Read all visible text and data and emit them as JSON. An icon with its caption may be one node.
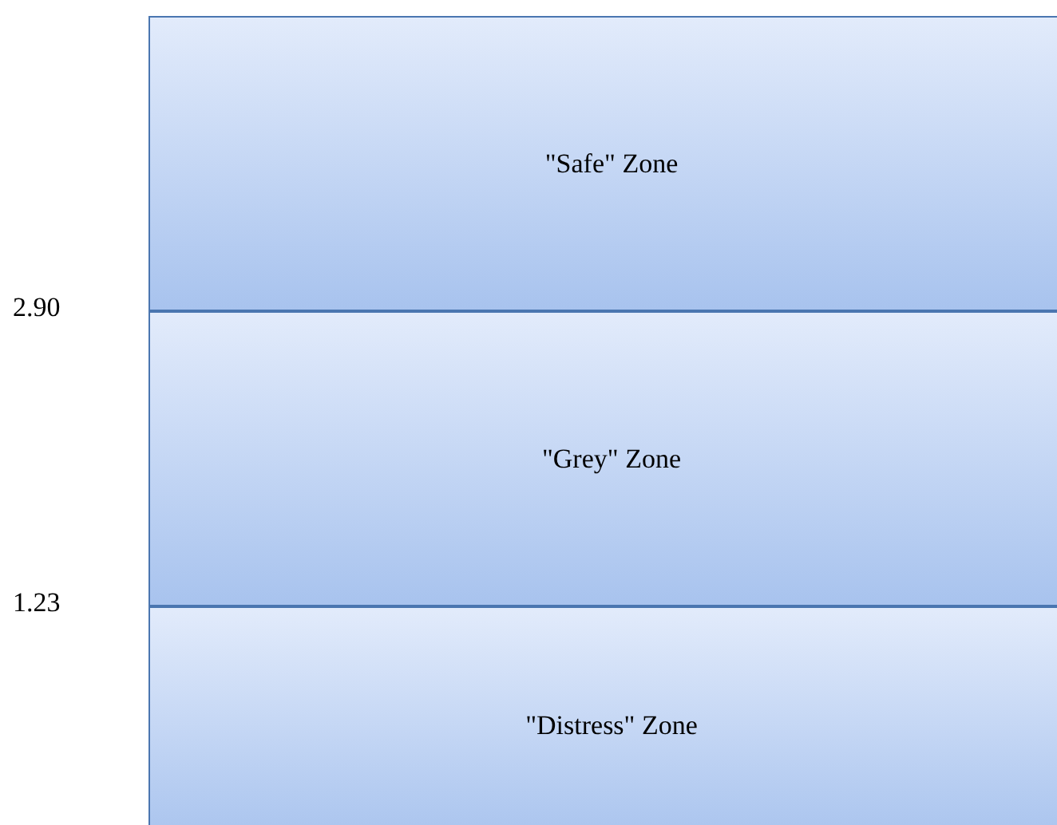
{
  "diagram": {
    "nodes": [
      {
        "text": [
          "\"Safe\" Zone"
        ]
      },
      {
        "text": [
          "\"Grey\" Zone"
        ]
      },
      {
        "text": [
          "\"Distress\" Zone"
        ]
      }
    ],
    "labels": [
      "2.90",
      "1.23"
    ]
  }
}
